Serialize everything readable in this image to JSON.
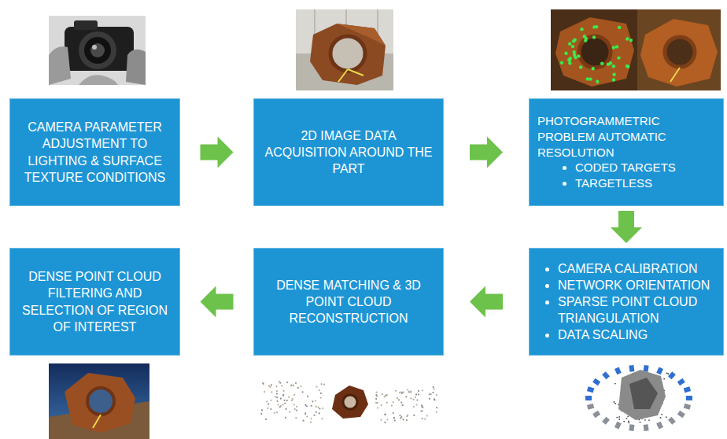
{
  "diagram": {
    "nodes": [
      {
        "text": [
          "CAMERA PARAMETER ADJUSTMENT TO LIGHTING & SURFACE TEXTURE CONDITIONS"
        ]
      },
      {
        "text": [
          "2D IMAGE DATA ACQUISITION AROUND THE PART"
        ]
      },
      {
        "text": [
          "PHOTOGRAMMETRIC PROBLEM AUTOMATIC RESOLUTION",
          "CODED TARGETS",
          "TARGETLESS"
        ]
      },
      {
        "text": [
          "CAMERA CALIBRATION",
          "NETWORK ORIENTATION",
          "SPARSE POINT CLOUD TRIANGULATION",
          "DATA SCALING"
        ]
      },
      {
        "text": [
          "DENSE MATCHING & 3D POINT CLOUD RECONSTRUCTION"
        ]
      },
      {
        "text": [
          "DENSE POINT CLOUD FILTERING AND SELECTION OF REGION OF INTEREST"
        ]
      }
    ],
    "edges": [
      {
        "from": 0,
        "to": 1,
        "arrow": "to"
      },
      {
        "from": 1,
        "to": 2,
        "arrow": "to"
      },
      {
        "from": 2,
        "to": 3,
        "arrow": "to"
      },
      {
        "from": 3,
        "to": 4,
        "arrow": "to"
      },
      {
        "from": 4,
        "to": 5,
        "arrow": "to"
      }
    ]
  }
}
